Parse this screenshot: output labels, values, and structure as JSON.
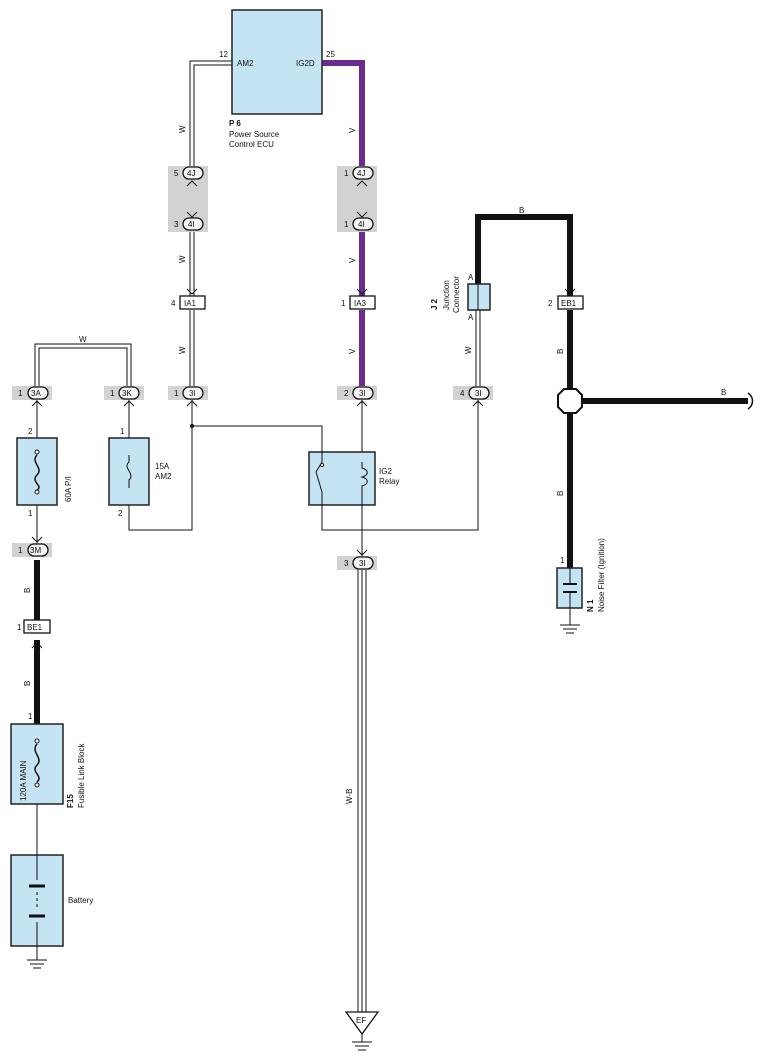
{
  "components": {
    "ecu": {
      "id": "P 6",
      "name_line1": "Power Source",
      "name_line2": "Control ECU",
      "pin_left": "AM2",
      "pin_right": "IG2D",
      "pin_left_num": "12",
      "pin_right_num": "25"
    },
    "junction": {
      "id": "J 2",
      "name_line1": "Junction",
      "name_line2": "Connector",
      "pin_top": "A",
      "pin_bottom": "A"
    },
    "noise_filter": {
      "id": "N 1",
      "name": "Noise Filter (Ignition)",
      "pin": "1"
    },
    "fusible_link": {
      "id": "F15",
      "name": "Fusible Link Block",
      "fuse_label": "120A MAIN",
      "pin": "1"
    },
    "fuse_pi": {
      "label": "60A P/I",
      "pin_top": "2",
      "pin_bottom": "1"
    },
    "fuse_am2": {
      "label1": "15A",
      "label2": "AM2",
      "pin_top": "1",
      "pin_bottom": "2"
    },
    "relay": {
      "label1": "IG2",
      "label2": "Relay"
    },
    "battery": {
      "label": "Battery"
    },
    "ground_ef": {
      "label": "EF"
    }
  },
  "connectors": {
    "c4j_left": {
      "code": "4J",
      "pin": "5"
    },
    "c4i_left": {
      "code": "4I",
      "pin": "3"
    },
    "c4j_right": {
      "code": "4J",
      "pin": "1"
    },
    "c4i_right": {
      "code": "4I",
      "pin": "1"
    },
    "ia1": {
      "code": "IA1",
      "pin": "4"
    },
    "ia3": {
      "code": "IA3",
      "pin": "1"
    },
    "eb1": {
      "code": "EB1",
      "pin": "2"
    },
    "c3a": {
      "code": "3A",
      "pin": "1"
    },
    "c3k": {
      "code": "3K",
      "pin": "1"
    },
    "c3i_1": {
      "code": "3I",
      "pin": "1"
    },
    "c3i_2": {
      "code": "3I",
      "pin": "2"
    },
    "c3i_4": {
      "code": "3I",
      "pin": "4"
    },
    "c3i_3": {
      "code": "3I",
      "pin": "3"
    },
    "c3m": {
      "code": "3M",
      "pin": "1"
    },
    "be1": {
      "code": "BE1",
      "pin": "1"
    }
  },
  "wire_colors": {
    "w_ecu_am2_1": "W",
    "w_ecu_am2_2": "W",
    "w_ecu_am2_3": "W",
    "v_1": "V",
    "v_2": "V",
    "v_3": "V",
    "w_jumper": "W",
    "b_top": "B",
    "w_junction": "W",
    "b_eb1": "B",
    "b_noise": "B",
    "b_out": "B",
    "b_pi_1": "B",
    "b_pi_2": "B",
    "wb_ground": "W-B"
  },
  "colors": {
    "violet_wire": "#6a2c91",
    "component_fill": "#c5e4f3",
    "connector_shade": "#d2d2d2"
  }
}
